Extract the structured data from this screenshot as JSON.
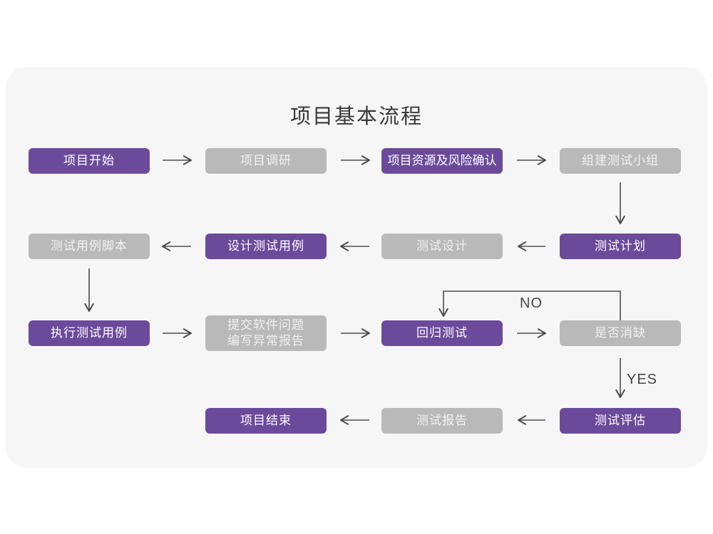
{
  "title": "项目基本流程",
  "decision_labels": {
    "no": "NO",
    "yes": "YES"
  },
  "colors": {
    "node_purple": "#6b4a9c",
    "node_gray": "#b9b9b9",
    "card_background": "#f6f6f6",
    "page_background": "#ffffff",
    "arrow": "#4b4b4b",
    "title_text": "#3a3a3a",
    "node_text": "#ffffff"
  },
  "nodes": [
    {
      "id": "project-start",
      "label": "项目开始",
      "variant": "purple"
    },
    {
      "id": "project-research",
      "label": "项目调研",
      "variant": "gray"
    },
    {
      "id": "resource-risk-confirm",
      "label": "项目资源及风险确认",
      "variant": "purple"
    },
    {
      "id": "build-test-team",
      "label": "组建测试小组",
      "variant": "gray"
    },
    {
      "id": "test-plan",
      "label": "测试计划",
      "variant": "purple"
    },
    {
      "id": "test-design",
      "label": "测试设计",
      "variant": "gray"
    },
    {
      "id": "design-test-cases",
      "label": "设计测试用例",
      "variant": "purple"
    },
    {
      "id": "test-case-script",
      "label": "测试用例脚本",
      "variant": "gray"
    },
    {
      "id": "execute-test-cases",
      "label": "执行测试用例",
      "variant": "purple"
    },
    {
      "id": "submit-software-issues",
      "label": "提交软件问题",
      "label2": "编写异常报告",
      "variant": "gray"
    },
    {
      "id": "regression-test",
      "label": "回归测试",
      "variant": "purple"
    },
    {
      "id": "defect-cleared",
      "label": "是否消缺",
      "variant": "gray"
    },
    {
      "id": "test-evaluation",
      "label": "测试评估",
      "variant": "purple"
    },
    {
      "id": "test-report",
      "label": "测试报告",
      "variant": "gray"
    },
    {
      "id": "project-end",
      "label": "项目结束",
      "variant": "purple"
    }
  ],
  "flow": [
    "项目开始 → 项目调研 → 项目资源及风险确认 → 组建测试小组 → 测试计划 → 测试设计 → 设计测试用例 → 测试用例脚本 → 执行测试用例 → 提交软件问题编写异常报告 → 回归测试 → 是否消缺 (NO→回归测试 / YES→测试评估) → 测试报告 → 项目结束"
  ]
}
